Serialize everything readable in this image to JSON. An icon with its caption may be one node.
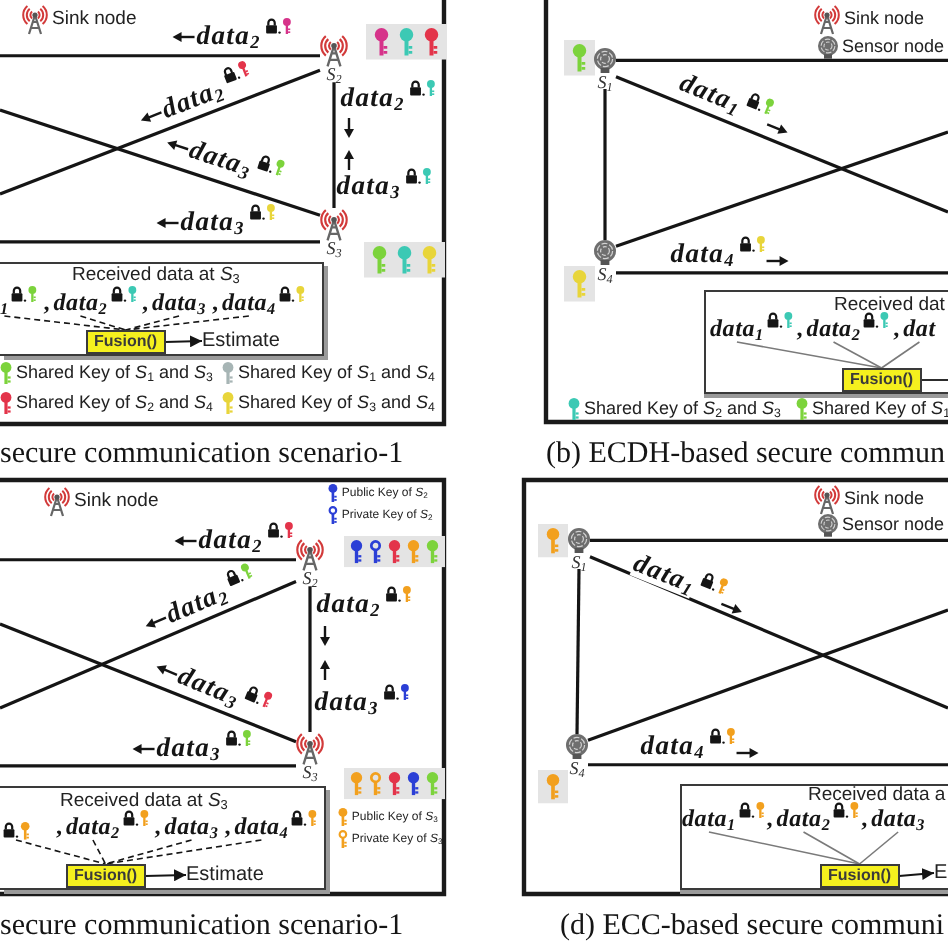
{
  "diagram": {
    "nodes": [
      {
        "text": [
          "S$_{2}$"
        ]
      },
      {
        "text": [
          "S$_{3}$"
        ]
      },
      {
        "text": [
          "Received data at *S*$_{3}$"
        ]
      },
      {
        "text": [
          "$_{1}$"
        ],
        "in": 2
      },
      {
        "text": [
          "data$_{2}$"
        ],
        "in": 2,
        "beside": [
          ","
        ]
      },
      {
        "text": [
          "data$_{3}$"
        ],
        "in": 2,
        "beside": [
          ","
        ]
      },
      {
        "text": [
          "data$_{4}$"
        ],
        "in": 2,
        "beside": [
          ","
        ]
      },
      {
        "text": [
          "Fusion()"
        ],
        "in": 2
      },
      {
        "text": [
          "Estimate"
        ],
        "in": 2
      },
      {
        "text": [
          "S$_{1}$"
        ]
      },
      {
        "text": [
          "S$_{4}$"
        ]
      },
      {
        "text": [
          "Received dat"
        ]
      },
      {
        "text": [
          "data$_{1}$"
        ],
        "in": 11
      },
      {
        "text": [
          "data$_{2}$"
        ],
        "in": 11,
        "beside": [
          ","
        ]
      },
      {
        "text": [
          "dat"
        ],
        "in": 11,
        "beside": [
          ","
        ]
      },
      {
        "text": [
          "Fusion()"
        ],
        "in": 11
      },
      {
        "text": [
          "S$_{2}$"
        ]
      },
      {
        "text": [
          "S$_{3}$"
        ]
      },
      {
        "text": [
          "Received data at *S*$_{3}$"
        ]
      },
      {
        "text": [],
        "shape": "picture",
        "in": 18
      },
      {
        "text": [
          "data$_{2}$"
        ],
        "in": 18,
        "beside": [
          ","
        ]
      },
      {
        "text": [
          "data$_{3}$"
        ],
        "in": 18,
        "beside": [
          ","
        ]
      },
      {
        "text": [
          "data$_{4}$"
        ],
        "in": 18,
        "beside": [
          ","
        ]
      },
      {
        "text": [
          "Fusion()"
        ],
        "in": 18
      },
      {
        "text": [
          "Estimate"
        ],
        "in": 18
      },
      {
        "text": [
          "S$_{1}$"
        ]
      },
      {
        "text": [
          "S$_{4}$"
        ]
      },
      {
        "text": [
          "Received data a"
        ]
      },
      {
        "text": [
          "data$_{1}$"
        ],
        "in": 27
      },
      {
        "text": [
          "data$_{2}$"
        ],
        "in": 27,
        "beside": [
          ","
        ]
      },
      {
        "text": [
          "data$_{3}$"
        ],
        "in": 27,
        "beside": [
          ","
        ]
      },
      {
        "text": [
          "Fusion()"
        ],
        "in": 27
      },
      {
        "text": [
          "E"
        ],
        "in": 27
      }
    ],
    "edges": [
      {
        "from": 0,
        "to": null,
        "arrow": "none",
        "label": "data$_{2}$"
      },
      {
        "from": 0,
        "to": null,
        "arrow": "none",
        "label": "data$_{2}$"
      },
      {
        "from": 1,
        "to": null,
        "arrow": "none",
        "label": "data$_{3}$"
      },
      {
        "from": 1,
        "to": null,
        "arrow": "none",
        "label": "data$_{3}$"
      },
      {
        "from": 0,
        "to": 1,
        "arrow": "none",
        "label": "data$_{2}$"
      },
      {
        "from": 3,
        "to": 7,
        "arrow": "none",
        "style": "dashed"
      },
      {
        "from": 4,
        "to": 7,
        "arrow": "none",
        "style": "dashed"
      },
      {
        "from": 5,
        "to": 7,
        "arrow": "none",
        "style": "dashed"
      },
      {
        "from": 6,
        "to": 7,
        "arrow": "none",
        "style": "dashed"
      },
      {
        "from": 7,
        "to": 8,
        "arrow": "to"
      },
      {
        "from": 9,
        "to": null,
        "arrow": "none"
      },
      {
        "from": 9,
        "to": null,
        "arrow": "none",
        "label": "data$_{1}$"
      },
      {
        "from": 10,
        "to": null,
        "arrow": "none"
      },
      {
        "from": 10,
        "to": null,
        "arrow": "none",
        "label": "data$_{4}$"
      },
      {
        "from": 9,
        "to": 10,
        "arrow": "none"
      },
      {
        "from": 12,
        "to": 15,
        "arrow": "none",
        "color": "#7a7a7a"
      },
      {
        "from": 13,
        "to": 15,
        "arrow": "none",
        "color": "#7a7a7a"
      },
      {
        "from": 14,
        "to": 15,
        "arrow": "none",
        "color": "#7a7a7a"
      },
      {
        "from": 15,
        "to": null,
        "arrow": "none"
      },
      {
        "from": 16,
        "to": null,
        "arrow": "none",
        "label": "data$_{2}$"
      },
      {
        "from": 16,
        "to": null,
        "arrow": "none",
        "label": "data$_{2}$"
      },
      {
        "from": 17,
        "to": null,
        "arrow": "none",
        "label": "data$_{3}$"
      },
      {
        "from": 17,
        "to": null,
        "arrow": "none",
        "label": "data$_{3}$"
      },
      {
        "from": 16,
        "to": 17,
        "arrow": "none",
        "label": "data$_{2}$"
      },
      {
        "from": 19,
        "to": 23,
        "arrow": "none",
        "style": "dashed"
      },
      {
        "from": 20,
        "to": 23,
        "arrow": "none",
        "style": "dashed"
      },
      {
        "from": 21,
        "to": 23,
        "arrow": "none",
        "style": "dashed"
      },
      {
        "from": 22,
        "to": 23,
        "arrow": "none",
        "style": "dashed"
      },
      {
        "from": 23,
        "to": 24,
        "arrow": "to"
      },
      {
        "from": 25,
        "to": null,
        "arrow": "none"
      },
      {
        "from": 25,
        "to": null,
        "arrow": "none",
        "label": "data$_{1}$"
      },
      {
        "from": 26,
        "to": null,
        "arrow": "none"
      },
      {
        "from": 26,
        "to": null,
        "arrow": "none",
        "label": "data$_{4}$"
      },
      {
        "from": 25,
        "to": 26,
        "arrow": "none"
      },
      {
        "from": 28,
        "to": 31,
        "arrow": "none",
        "color": "#7a7a7a"
      },
      {
        "from": 29,
        "to": 31,
        "arrow": "none",
        "color": "#7a7a7a"
      },
      {
        "from": 30,
        "to": 31,
        "arrow": "none",
        "color": "#7a7a7a"
      },
      {
        "from": 31,
        "to": 32,
        "arrow": "to"
      }
    ],
    "labels": [
      "data$_{3}$",
      "secure communication scenario-1",
      "(b) ECDH-based secure commun",
      "data$_{3}$",
      "secure communication scenario-1",
      "(d) ECC-based secure communi"
    ],
    "legend": [
      {
        "text": "Sink node"
      },
      {
        "text": "Shared Key of *S*$_{1}$ and *S*$_{3}$"
      },
      {
        "text": "Shared Key of *S*$_{1}$ and *S*$_{4}$"
      },
      {
        "text": "Shared Key of *S*$_{2}$ and *S*$_{4}$"
      },
      {
        "text": "Shared Key of *S*$_{3}$ and *S*$_{4}$"
      },
      {
        "text": "Sink node"
      },
      {
        "text": "Sensor node"
      },
      {
        "text": "Shared Key of *S*$_{2}$ and *S*$_{3}$"
      },
      {
        "text": "Shared Key of *S*$_{1}$"
      },
      {
        "text": "Sink node"
      },
      {
        "text": "Public Key of *S*$_{2}$"
      },
      {
        "text": "Private Key of *S*$_{2}$"
      },
      {
        "text": "Public Key of *S*$_{3}$"
      },
      {
        "text": "Private Key of *S*$_{3}$"
      },
      {
        "text": "Sink node"
      },
      {
        "text": "Sensor node"
      }
    ]
  }
}
